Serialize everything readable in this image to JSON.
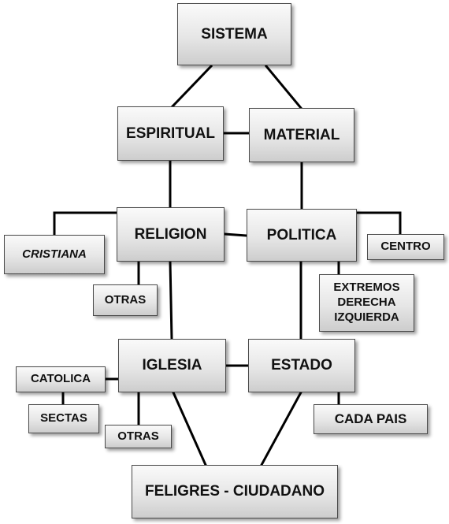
{
  "diagram": {
    "nodes": {
      "sistema": "SISTEMA",
      "espiritual": "ESPIRITUAL",
      "material": "MATERIAL",
      "religion": "RELIGION",
      "politica": "POLITICA",
      "cristiana": "CRISTIANA",
      "otras_religion": "OTRAS",
      "centro": "CENTRO",
      "extremos": "EXTREMOS\nDERECHA\nIZQUIERDA",
      "iglesia": "IGLESIA",
      "estado": "ESTADO",
      "catolica": "CATOLICA",
      "sectas": "SECTAS",
      "otras_iglesia": "OTRAS",
      "cada_pais": "CADA PAIS",
      "feligres": "FELIGRES - CIUDADANO"
    },
    "edges": [
      [
        "sistema",
        "espiritual"
      ],
      [
        "sistema",
        "material"
      ],
      [
        "espiritual",
        "material"
      ],
      [
        "espiritual",
        "religion"
      ],
      [
        "material",
        "politica"
      ],
      [
        "religion",
        "politica"
      ],
      [
        "religion",
        "cristiana"
      ],
      [
        "religion",
        "otras_religion"
      ],
      [
        "religion",
        "iglesia"
      ],
      [
        "politica",
        "centro"
      ],
      [
        "politica",
        "extremos"
      ],
      [
        "politica",
        "estado"
      ],
      [
        "iglesia",
        "estado"
      ],
      [
        "iglesia",
        "catolica"
      ],
      [
        "iglesia",
        "otras_iglesia"
      ],
      [
        "catolica",
        "sectas"
      ],
      [
        "iglesia",
        "feligres"
      ],
      [
        "estado",
        "cada_pais"
      ],
      [
        "estado",
        "feligres"
      ]
    ]
  }
}
